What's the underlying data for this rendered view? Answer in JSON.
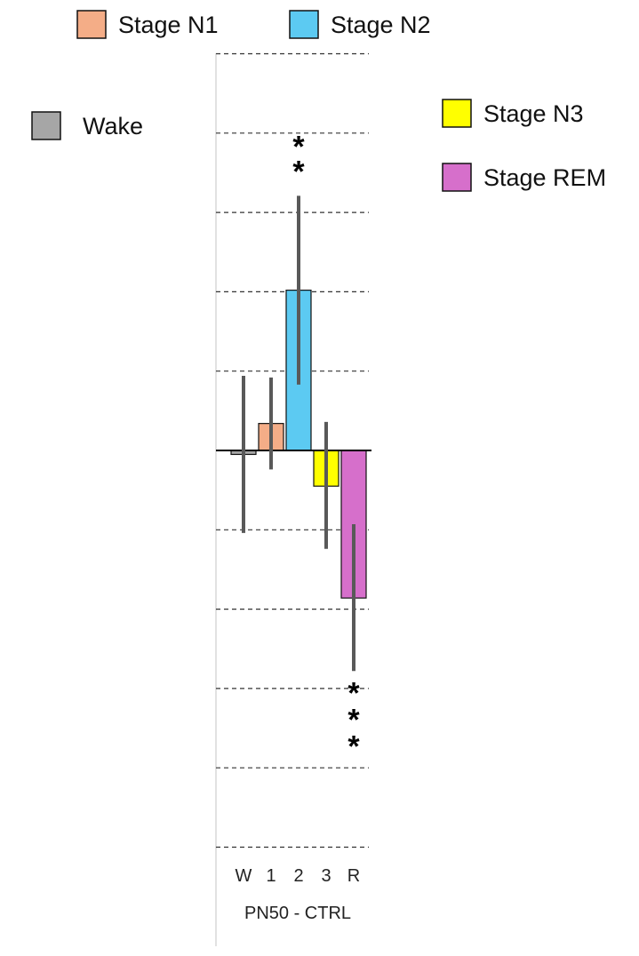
{
  "chart_data": {
    "type": "bar",
    "title": "",
    "xlabel": "PN50 - CTRL",
    "ylabel": "",
    "categories": [
      "W",
      "1",
      "2",
      "3",
      "R"
    ],
    "values": [
      -0.05,
      0.34,
      2.02,
      -0.45,
      -1.86
    ],
    "error_low": [
      -1.04,
      -0.24,
      0.83,
      -1.24,
      -2.78
    ],
    "error_high": [
      0.94,
      0.92,
      3.21,
      0.36,
      -0.93
    ],
    "colors": [
      "#a6a6a6",
      "#f4ad87",
      "#5ccaf2",
      "#ffff00",
      "#d66fcb"
    ],
    "ylim": [
      -5,
      5
    ],
    "grid": true,
    "gridlines": [
      -5,
      -4,
      -3,
      -2,
      -1,
      1,
      2,
      3,
      4,
      5
    ],
    "annotations": [
      {
        "category": "2",
        "text": [
          "*",
          "*"
        ],
        "position": "above"
      },
      {
        "category": "R",
        "text": [
          "*",
          "*",
          "*"
        ],
        "position": "below"
      }
    ],
    "legend": [
      {
        "label": "Wake",
        "color": "#a6a6a6",
        "placement": "left"
      },
      {
        "label": "Stage N1",
        "color": "#f4ad87",
        "placement": "top-left"
      },
      {
        "label": "Stage N2",
        "color": "#5ccaf2",
        "placement": "top-right"
      },
      {
        "label": "Stage N3",
        "color": "#ffff00",
        "placement": "right"
      },
      {
        "label": "Stage REM",
        "color": "#d66fcb",
        "placement": "right"
      }
    ]
  }
}
